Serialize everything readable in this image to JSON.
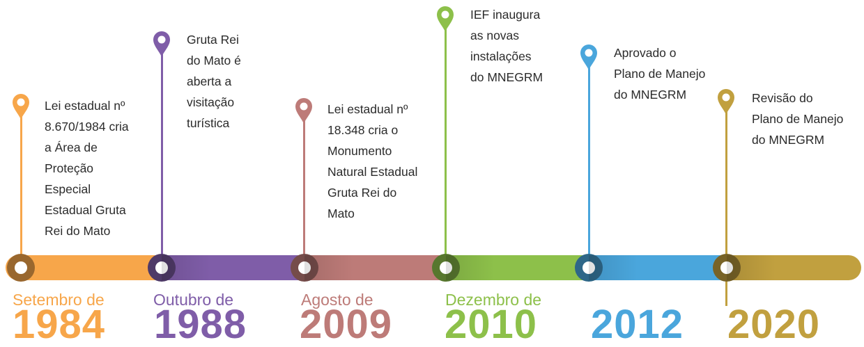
{
  "timeline": {
    "events": [
      {
        "month": "Setembro de",
        "year": "1984",
        "color": "#F7A64A",
        "description_lines": [
          "Lei estadual nº",
          "8.670/1984 cria",
          "a Área de",
          "Proteção",
          "Especial",
          "Estadual Gruta",
          "Rei do Mato"
        ]
      },
      {
        "month": "Outubro de",
        "year": "1988",
        "color": "#7F5DA8",
        "description_lines": [
          "Gruta Rei",
          "do Mato é",
          "aberta a",
          "visitação",
          "turística"
        ]
      },
      {
        "month": "Agosto de",
        "year": "2009",
        "color": "#BD7B78",
        "description_lines": [
          "Lei estadual nº",
          "18.348 cria o",
          "Monumento",
          "Natural Estadual",
          "Gruta Rei do",
          "Mato"
        ]
      },
      {
        "month": "Dezembro de",
        "year": "2010",
        "color": "#8DC04A",
        "description_lines": [
          "IEF inaugura",
          "as novas",
          "instalações",
          "do MNEGRM"
        ]
      },
      {
        "month": "",
        "year": "2012",
        "color": "#4AA6DC",
        "description_lines": [
          "Aprovado o",
          "Plano de Manejo",
          "do MNEGRM"
        ]
      },
      {
        "month": "",
        "year": "2020",
        "color": "#C1A03F",
        "description_lines": [
          "Revisão do",
          "Plano de Manejo",
          "do MNEGRM"
        ]
      }
    ]
  }
}
